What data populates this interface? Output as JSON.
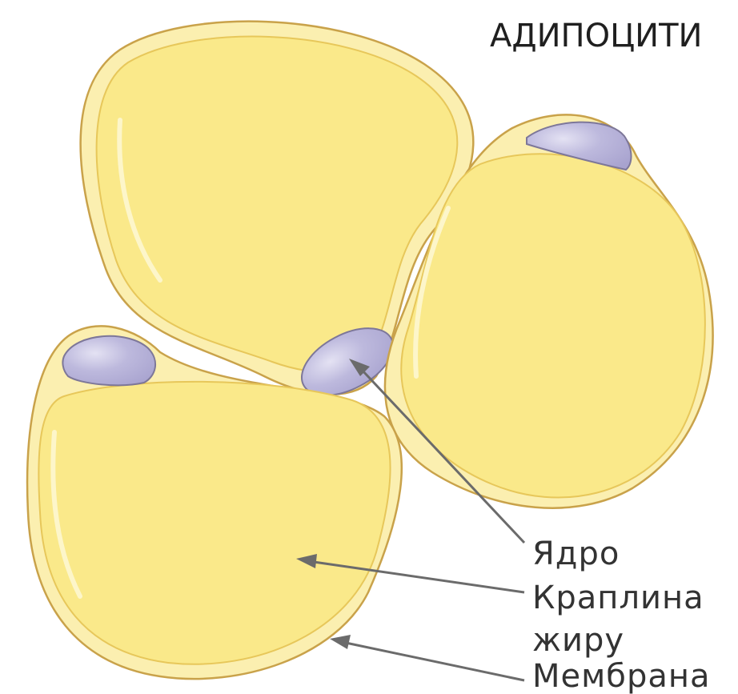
{
  "title": "АДИПОЦИТИ",
  "labels": {
    "nucleus": "Ядро",
    "fat_droplet_line1": "Краплина",
    "fat_droplet_line2": "жиру",
    "membrane": "Мембрана"
  },
  "colors": {
    "membrane_fill": "#fbefb0",
    "membrane_stroke": "#c9a24a",
    "fat_fill": "#fae98a",
    "fat_stroke": "#e7c75a",
    "nucleus_fill": "#b6b2d8",
    "nucleus_stroke": "#7d7799",
    "leader_line": "#6b6b6b"
  }
}
